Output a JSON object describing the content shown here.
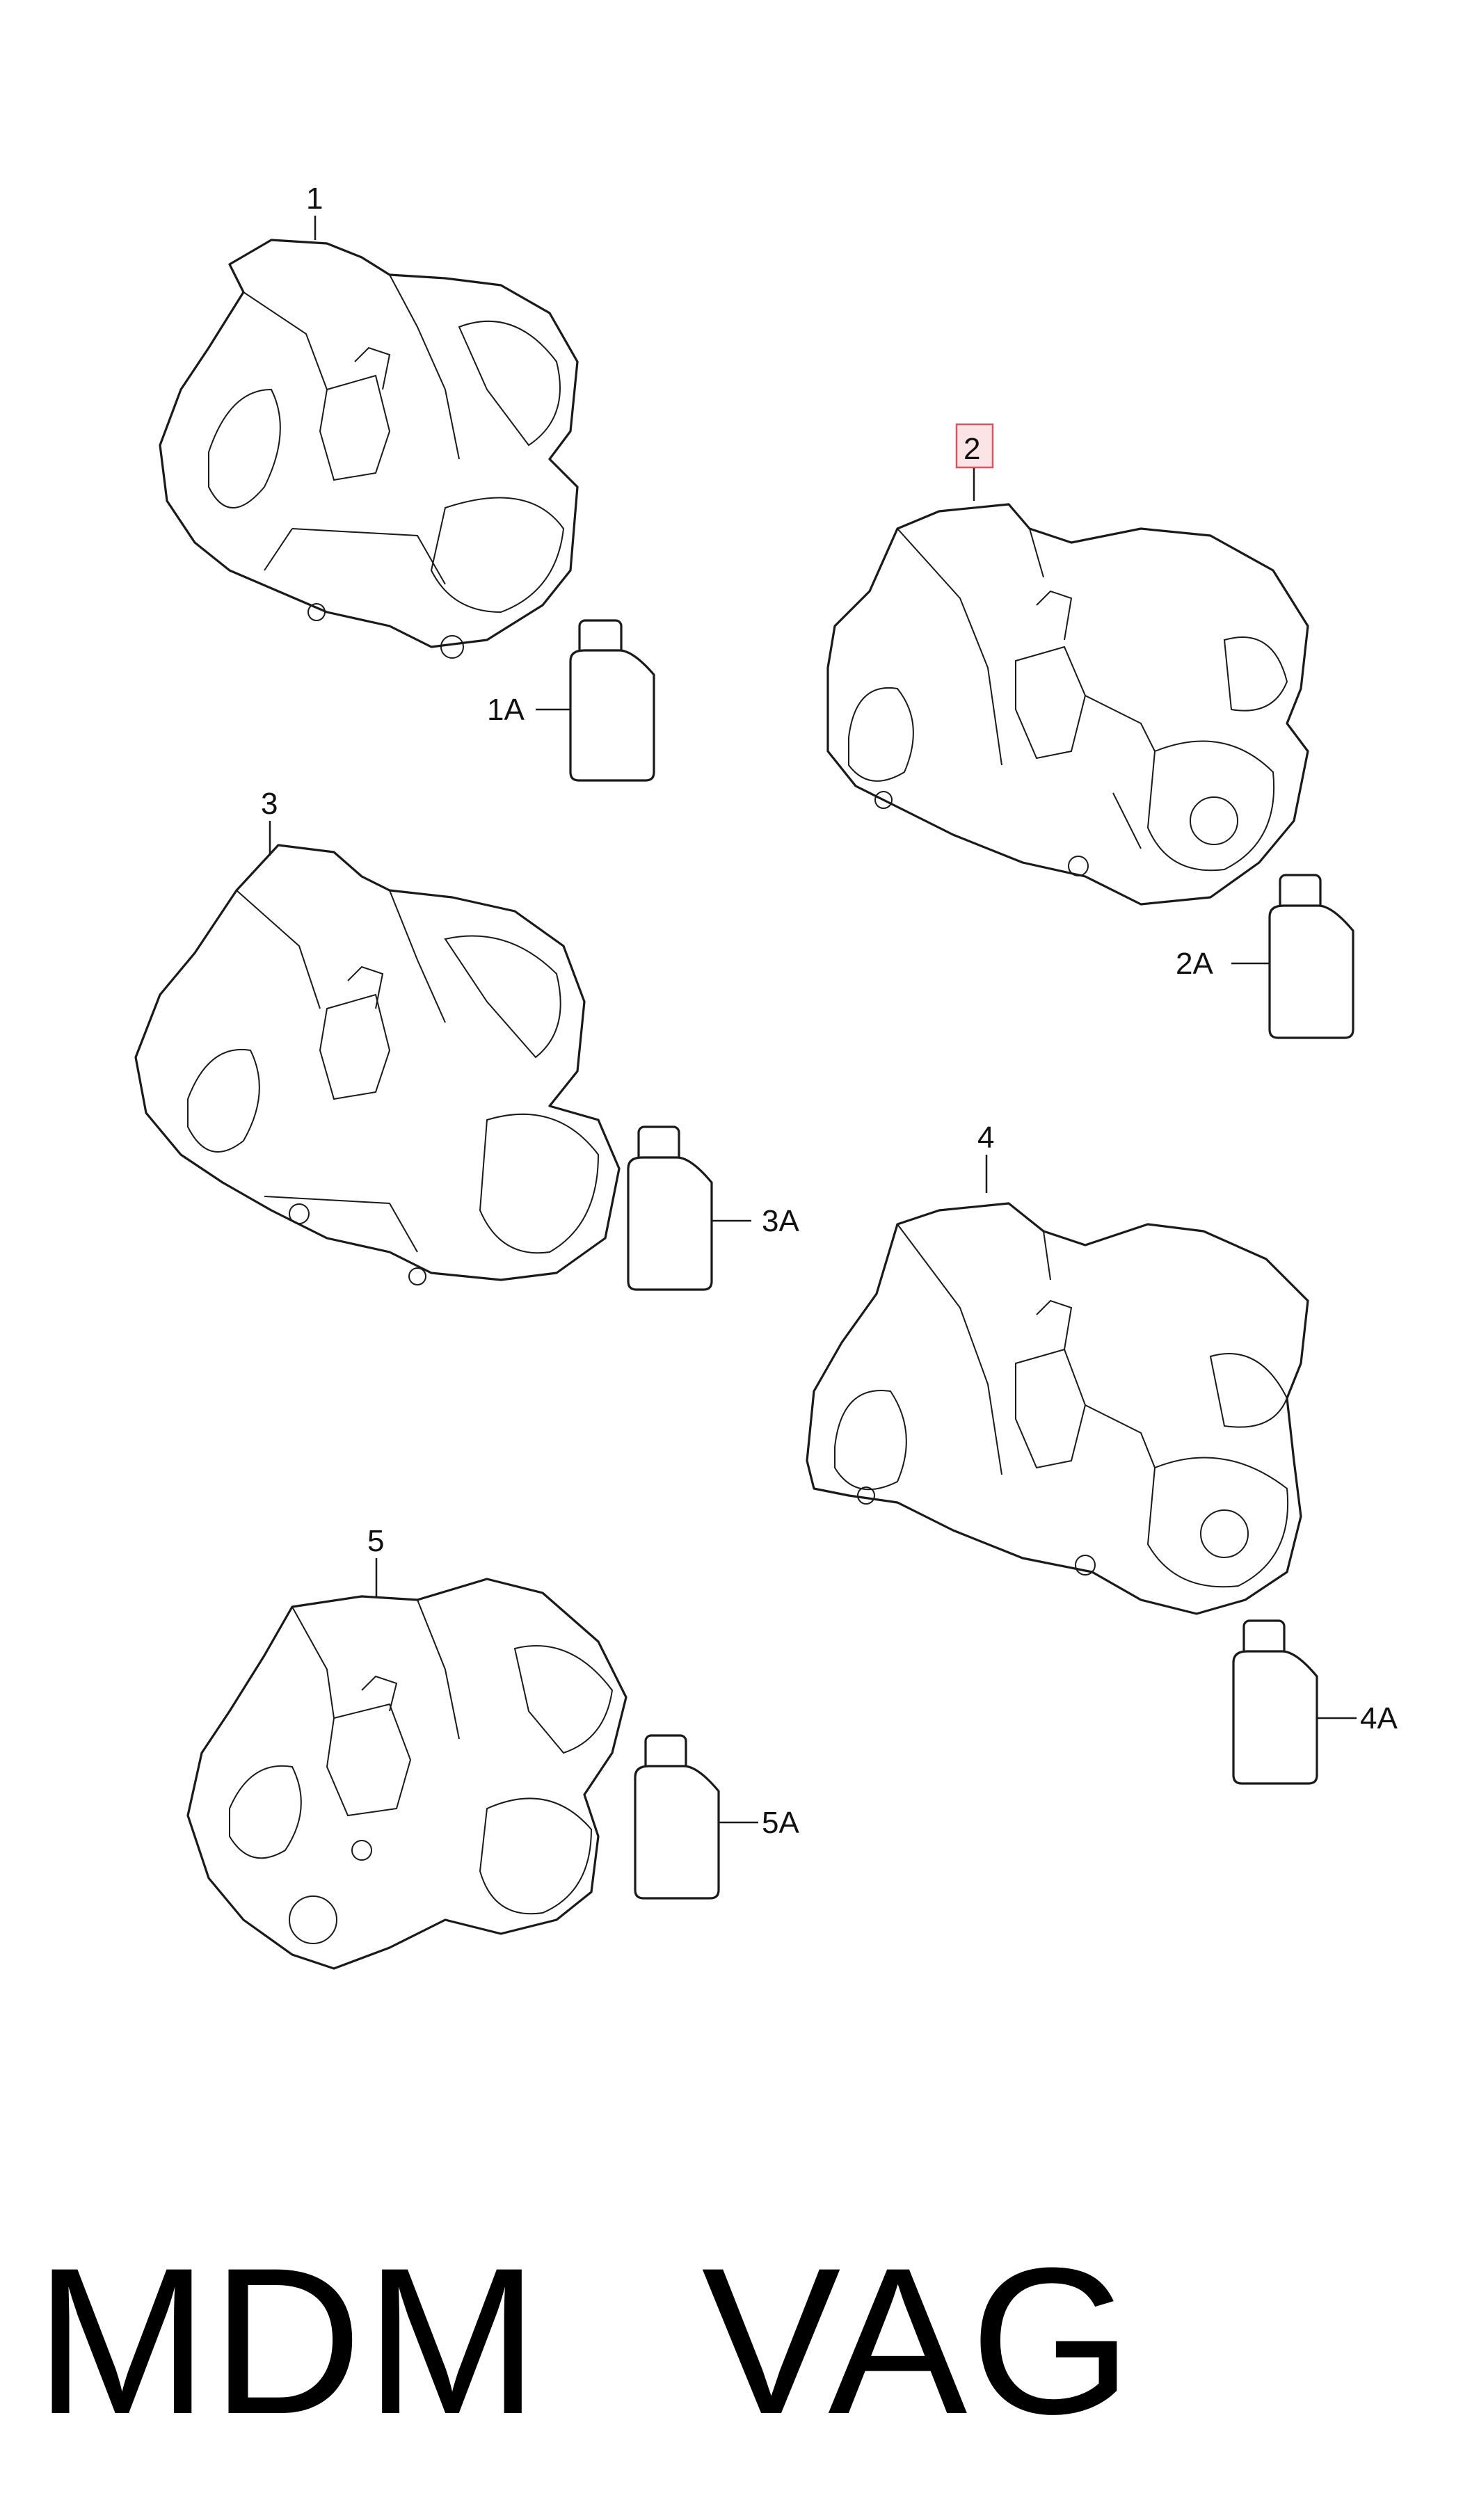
{
  "diagram": {
    "callouts": {
      "c1": "1",
      "c1A": "1A",
      "c2": "2",
      "c2A": "2A",
      "c3": "3",
      "c3A": "3A",
      "c4": "4",
      "c4A": "4A",
      "c5": "5",
      "c5A": "5A"
    },
    "highlighted_callout": "2",
    "highlight_color": "#d9545f"
  },
  "footer": {
    "left": "MDM",
    "right": "VAG"
  }
}
